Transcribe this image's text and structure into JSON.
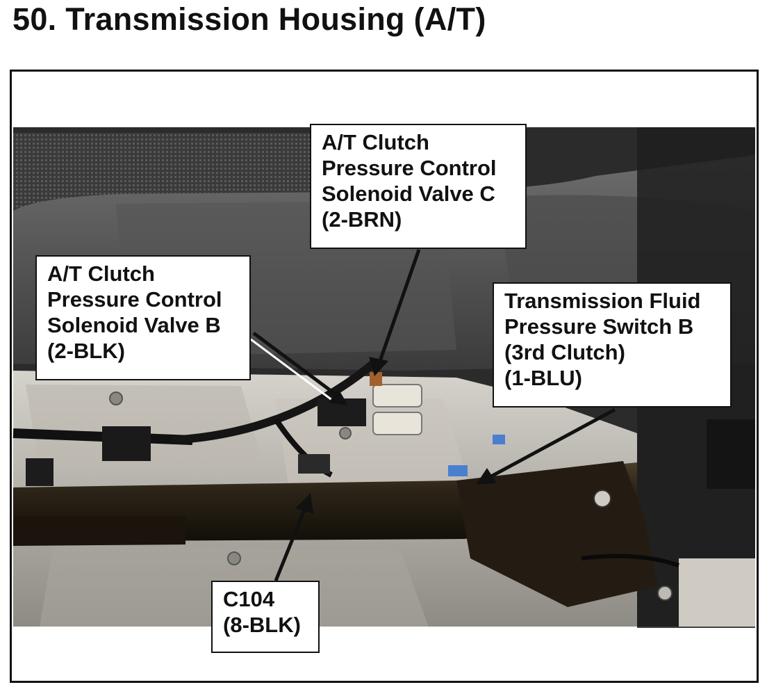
{
  "document": {
    "title": "50.  Transmission Housing (A/T)"
  },
  "callouts": [
    {
      "id": "solenoid-c",
      "lines": [
        "A/T Clutch",
        "Pressure Control",
        "Solenoid Valve C",
        "(2-BRN)"
      ]
    },
    {
      "id": "solenoid-b",
      "lines": [
        "A/T Clutch",
        "Pressure Control",
        "Solenoid Valve B",
        "(2-BLK)"
      ]
    },
    {
      "id": "fluid-pressure-switch-b",
      "lines": [
        "Transmission Fluid",
        "Pressure Switch B",
        "(3rd Clutch)",
        "(1-BLU)"
      ]
    },
    {
      "id": "c104",
      "lines": [
        "C104",
        "(8-BLK)"
      ]
    }
  ],
  "colors": {
    "ink": "#111111",
    "paper": "#ffffff",
    "connector_blue": "#4a7fd0",
    "connector_brown": "#a0612c"
  }
}
